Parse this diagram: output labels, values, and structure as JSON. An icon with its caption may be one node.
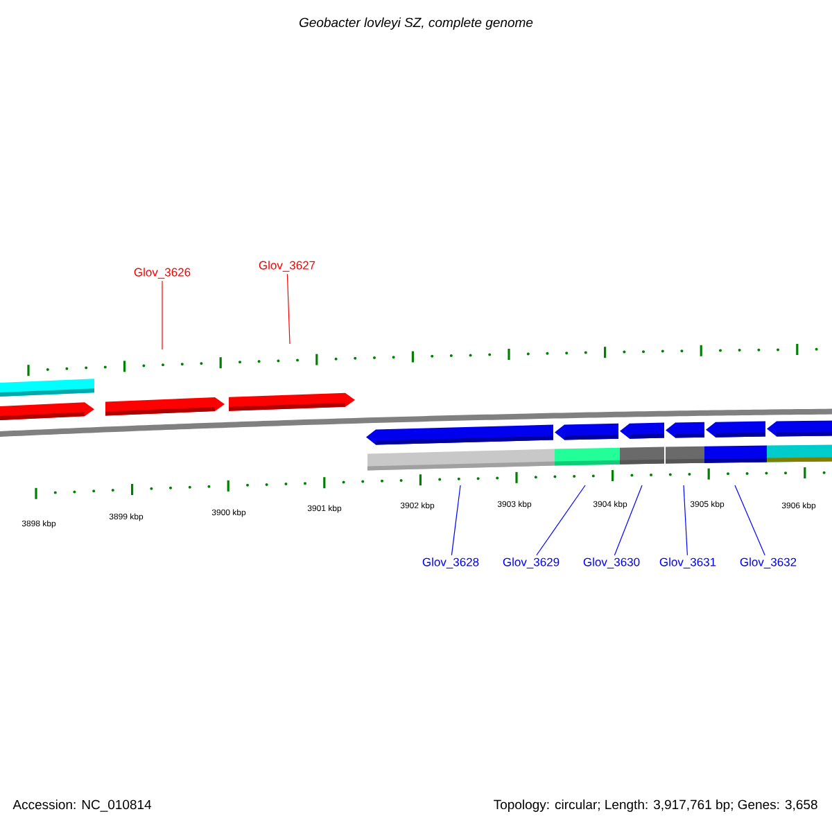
{
  "diagram": {
    "title": "Geobacter lovleyi SZ, complete genome",
    "nodes": [
      {
        "text": [
          "Glov_3626"
        ]
      },
      {
        "text": [
          "Glov_3627"
        ]
      },
      {
        "text": [
          "Glov_3628"
        ]
      },
      {
        "text": [
          "Glov_3629"
        ]
      },
      {
        "text": [
          "Glov_3630"
        ]
      },
      {
        "text": [
          "Glov_3631"
        ]
      },
      {
        "text": [
          "Glov_3632"
        ]
      }
    ],
    "edges": [
      {
        "from": 0,
        "to": null,
        "arrow": "none",
        "color": "#ff0000"
      },
      {
        "from": 1,
        "to": null,
        "arrow": "none",
        "color": "#ff0000"
      },
      {
        "from": 2,
        "to": null,
        "arrow": "none"
      },
      {
        "from": 3,
        "to": null,
        "arrow": "none"
      },
      {
        "from": 4,
        "to": null,
        "arrow": "none"
      },
      {
        "from": 5,
        "to": null,
        "arrow": "none"
      },
      {
        "from": 6,
        "to": null,
        "arrow": "none"
      }
    ],
    "labels": [
      "3898 kbp",
      "3899 kbp",
      "3900 kbp",
      "3901 kbp",
      "3902 kbp",
      "3903 kbp",
      "3904 kbp",
      "3905 kbp",
      "3906 kbp",
      "Accession: NC_010814",
      "Topology: circular; Length: 3,917,761 bp; Genes: 3,658"
    ]
  }
}
